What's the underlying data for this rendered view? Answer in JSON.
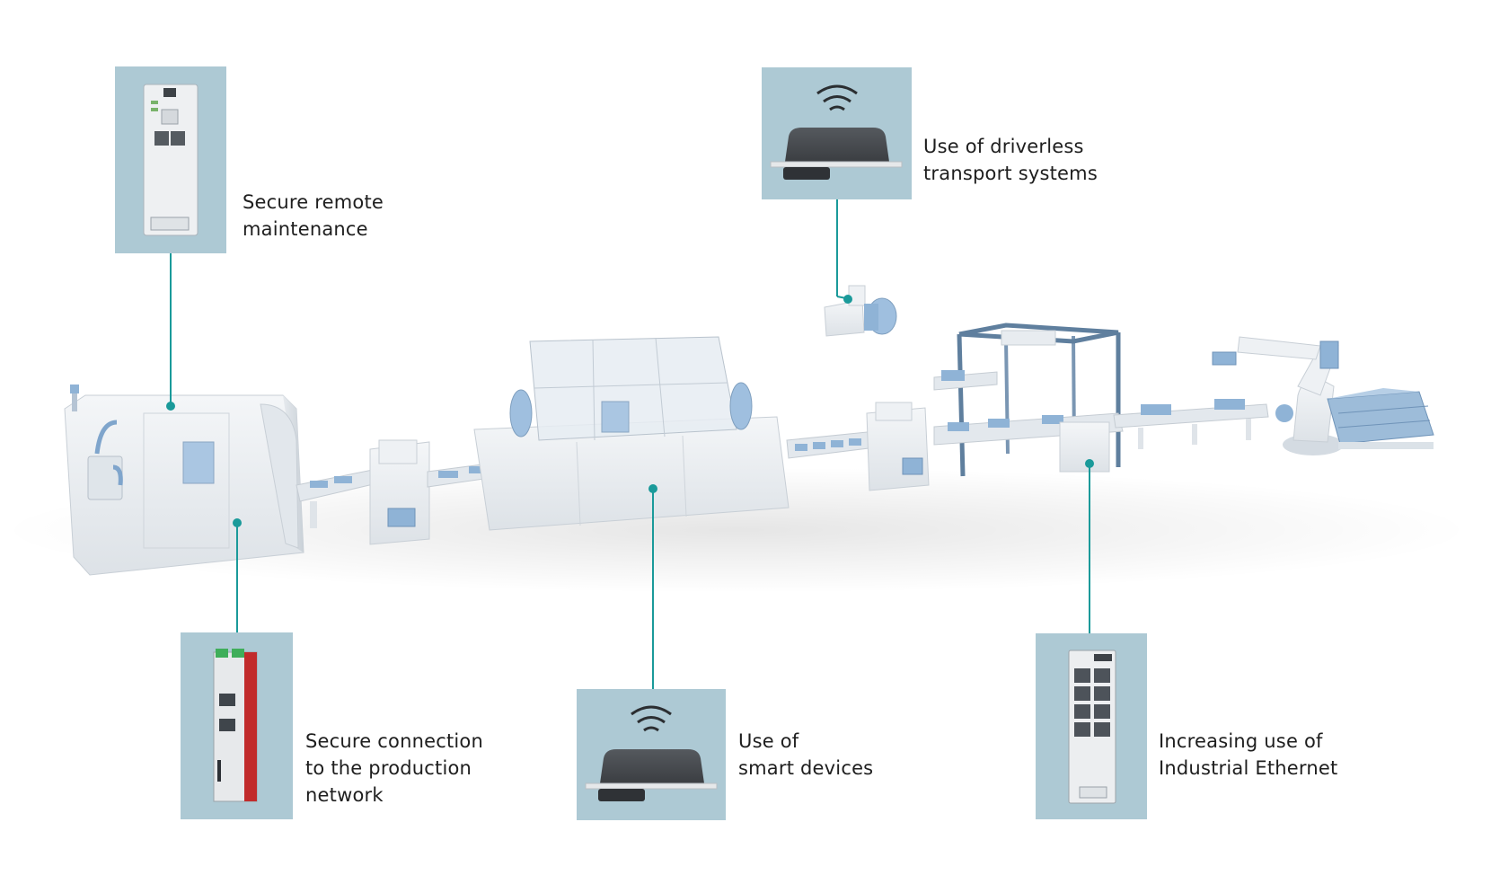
{
  "colors": {
    "connector": "#1a9a9a",
    "card_background": "#adc9d4",
    "machine_light": "#eef1f4",
    "machine_shadow": "#d3d9df",
    "accent_blue": "#8fb3d6",
    "frame_blue": "#5f7f9e"
  },
  "callouts": [
    {
      "id": "remote-maintenance",
      "icon": "router-device-icon",
      "lines": [
        "Secure remote",
        "maintenance"
      ]
    },
    {
      "id": "driverless-transport",
      "icon": "wireless-module-icon",
      "lines": [
        "Use of driverless",
        "transport systems"
      ]
    },
    {
      "id": "production-network",
      "icon": "security-appliance-icon",
      "lines": [
        "Secure connection",
        "to the production",
        "network"
      ]
    },
    {
      "id": "smart-devices",
      "icon": "wireless-module-icon",
      "lines": [
        "Use of",
        "smart devices"
      ]
    },
    {
      "id": "industrial-ethernet",
      "icon": "ethernet-switch-icon",
      "lines": [
        "Increasing use of",
        "Industrial Ethernet"
      ]
    }
  ]
}
